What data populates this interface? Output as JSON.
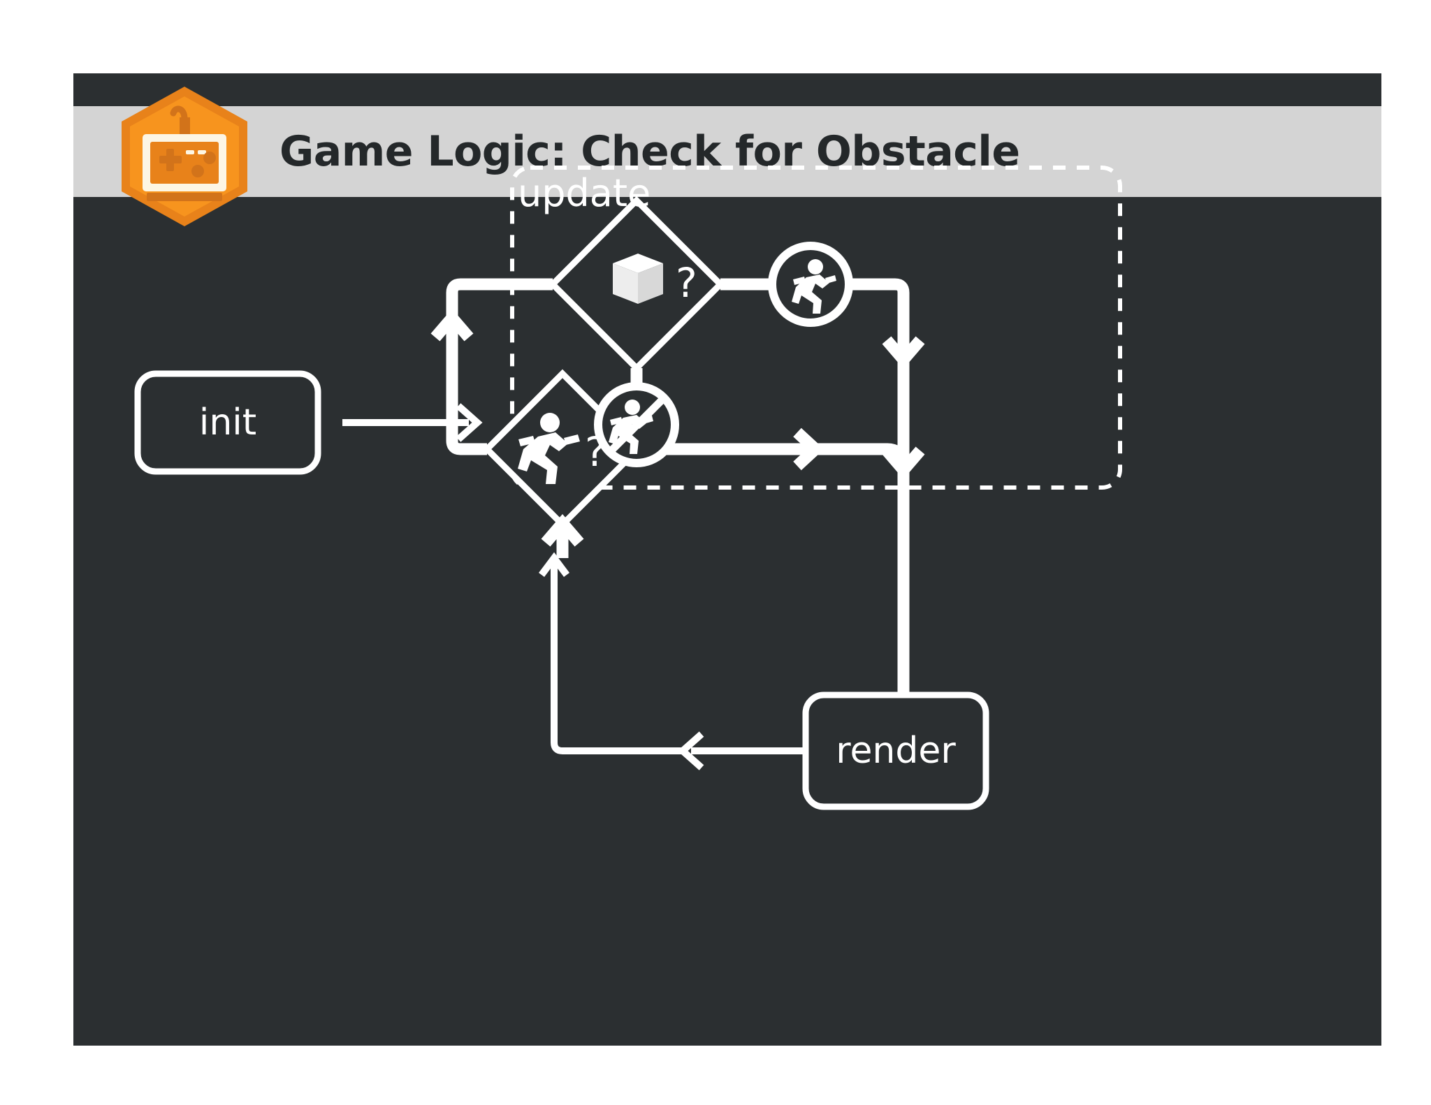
{
  "page": {
    "background": "#ffffff",
    "slide_background": "#2b2f31",
    "header_background": "#d4d4d4",
    "accent_color": "#f5921e",
    "stroke_color": "#ffffff"
  },
  "header": {
    "title": "Game Logic: Check for Obstacle",
    "logo_icon": "gamepad-hexagon-badge-icon"
  },
  "diagram": {
    "type": "flowchart",
    "nodes": [
      {
        "id": "init",
        "label": "init",
        "shape": "rounded-rect"
      },
      {
        "id": "update",
        "label": "update",
        "shape": "dashed-group"
      },
      {
        "id": "render",
        "label": "render",
        "shape": "rounded-rect"
      },
      {
        "id": "obstacle_check",
        "label": "",
        "shape": "diamond",
        "icon": "cube-question-icon"
      },
      {
        "id": "running_check",
        "label": "",
        "shape": "diamond",
        "icon": "runner-question-icon"
      },
      {
        "id": "start_running",
        "label": "",
        "shape": "circle",
        "icon": "runner-icon"
      },
      {
        "id": "stop_running",
        "label": "",
        "shape": "circle",
        "icon": "no-runner-icon"
      }
    ],
    "edges": [
      {
        "from": "init",
        "to": "update",
        "direction": "right"
      },
      {
        "from": "obstacle_check",
        "to": "start_running",
        "direction": "right"
      },
      {
        "from": "obstacle_check",
        "to": "stop_running",
        "direction": "down"
      },
      {
        "from": "stop_running",
        "to": "running_check",
        "direction": "down"
      },
      {
        "from": "running_check",
        "to": "render",
        "direction": "right"
      },
      {
        "from": "start_running",
        "to": "render",
        "direction": "down"
      },
      {
        "from": "render",
        "to": "running_check",
        "direction": "loop-left-up"
      },
      {
        "from": "running_check",
        "to": "obstacle_check",
        "direction": "loop-left-up"
      }
    ]
  }
}
